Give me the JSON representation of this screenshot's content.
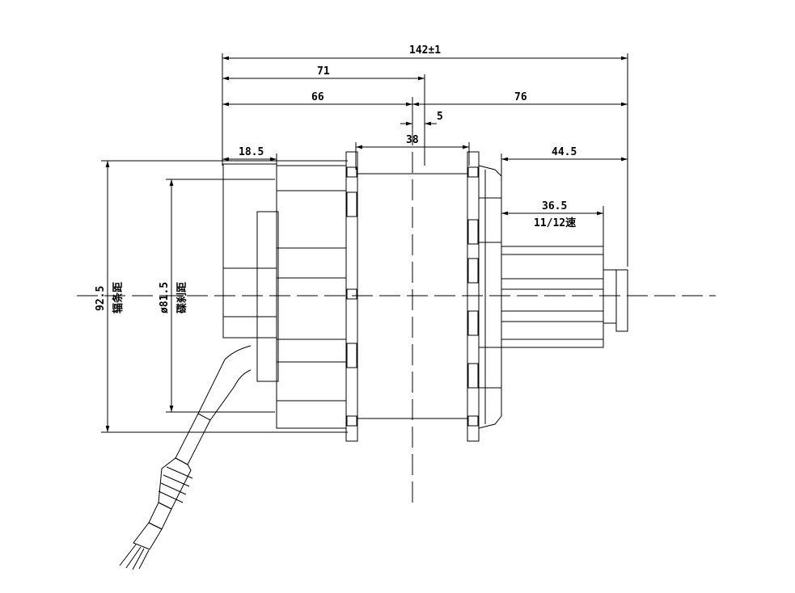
{
  "dimensions": {
    "overall_length": "142±1",
    "left_to_center": "71",
    "left_to_flange": "66",
    "flange_offset": "5",
    "shell_width": "38",
    "right_to_end": "76",
    "end_to_cassette": "44.5",
    "cassette_width": "36.5",
    "cassette_note": "11/12速",
    "left_cap_width": "18.5",
    "spoke_hole_left_value": "92.5",
    "spoke_hole_left_note": "辐条距",
    "disc_brake_value": "ø81.5",
    "disc_brake_note": "碟刹距"
  },
  "colors": {
    "line": "#000000",
    "background": "#ffffff"
  }
}
